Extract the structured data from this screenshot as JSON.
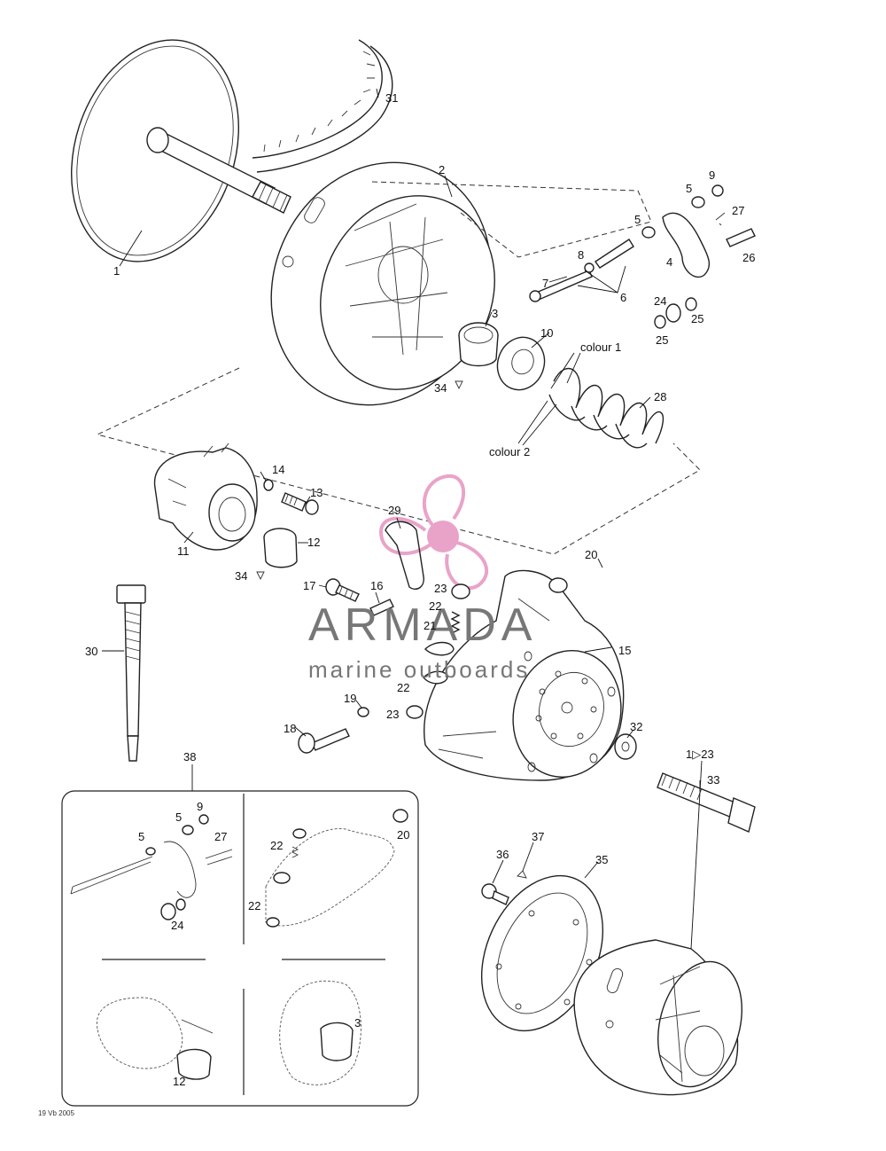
{
  "callouts": {
    "n1": "1",
    "n2": "2",
    "n3": "3",
    "n4": "4",
    "n5": "5",
    "n5b": "5",
    "n6": "6",
    "n7": "7",
    "n8": "8",
    "n9": "9",
    "n10": "10",
    "n11": "11",
    "n12": "12",
    "n13": "13",
    "n14": "14",
    "n15": "15",
    "n16": "16",
    "n17": "17",
    "n18": "18",
    "n19": "19",
    "n20": "20",
    "n21": "21",
    "n22a": "22",
    "n22b": "22",
    "n23a": "23",
    "n23b": "23",
    "n24": "24",
    "n25a": "25",
    "n25b": "25",
    "n26": "26",
    "n27": "27",
    "n28": "28",
    "n29": "29",
    "n30": "30",
    "n31": "31",
    "n32": "32",
    "n33": "33",
    "n34a": "34",
    "n34b": "34",
    "n35": "35",
    "n36": "36",
    "n37": "37",
    "n38": "38",
    "n1to23": "1▷23",
    "colour1": "colour 1",
    "colour2": "colour 2"
  },
  "inset": {
    "n5": "5",
    "n5b": "5",
    "n9": "9",
    "n27": "27",
    "n24": "24",
    "n22a": "22",
    "n22b": "22",
    "n20": "20",
    "n12": "12",
    "n3": "3"
  },
  "watermark": {
    "brand": "ARMADA",
    "tagline": "marine outboards",
    "logo_color": "#e9a3c9"
  },
  "diagram_code": "19 Vb 2005"
}
